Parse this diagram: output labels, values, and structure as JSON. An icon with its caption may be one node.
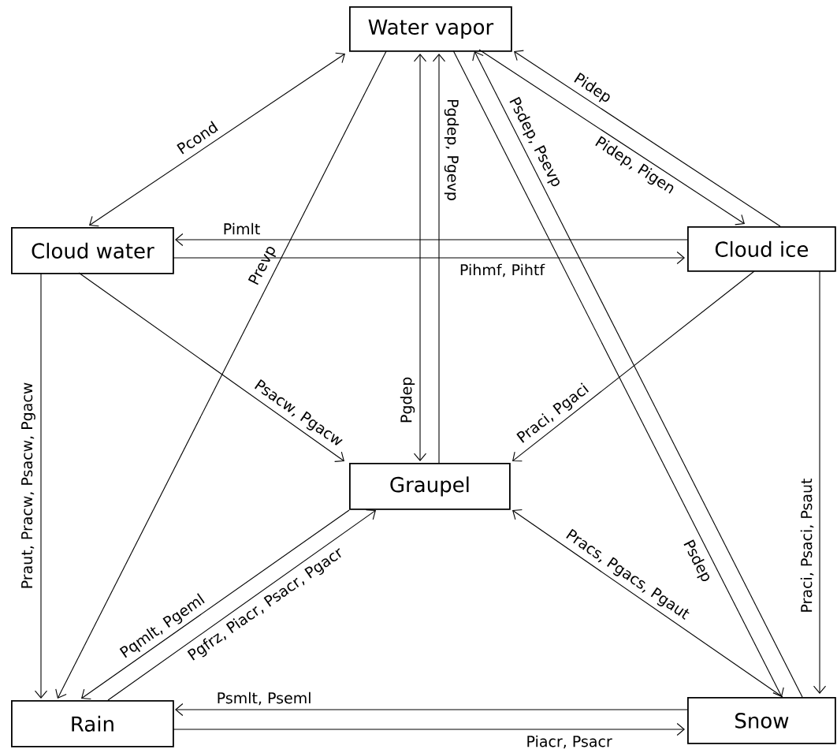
{
  "diagram": {
    "nodes": [
      {
        "text": [
          "Water vapor"
        ]
      },
      {
        "text": [
          "Cloud water"
        ]
      },
      {
        "text": [
          "Cloud ice"
        ]
      },
      {
        "text": [
          "Graupel"
        ]
      },
      {
        "text": [
          "Rain"
        ]
      },
      {
        "text": [
          "Snow"
        ]
      }
    ],
    "edges": [
      {
        "from": 1,
        "to": 0,
        "arrow": "both",
        "label": "Pcond"
      },
      {
        "from": 0,
        "to": 4,
        "arrow": "to",
        "label": "Prevp"
      },
      {
        "from": 0,
        "to": 3,
        "arrow": "both",
        "label": "Pgdep"
      },
      {
        "from": 3,
        "to": 0,
        "arrow": "to",
        "label": "Pgdep, Pgevp"
      },
      {
        "from": 5,
        "to": 0,
        "arrow": "to",
        "label": "Psdep, Psevp"
      },
      {
        "from": 0,
        "to": 5,
        "arrow": "to",
        "label": "Psdep"
      },
      {
        "from": 2,
        "to": 0,
        "arrow": "to",
        "label": "Pidep"
      },
      {
        "from": 0,
        "to": 2,
        "arrow": "to",
        "label": "Pidep, Pigen"
      },
      {
        "from": 2,
        "to": 1,
        "arrow": "to",
        "label": "Pimlt"
      },
      {
        "from": 1,
        "to": 2,
        "arrow": "to",
        "label": "Pihmf, Pihtf"
      },
      {
        "from": 1,
        "to": 3,
        "arrow": "to",
        "label": "Psacw, Pgacw"
      },
      {
        "from": 2,
        "to": 3,
        "arrow": "to",
        "label": "Praci, Pgaci"
      },
      {
        "from": 1,
        "to": 4,
        "arrow": "to",
        "label": "Praut, Pracw, Psacw, Pgacw"
      },
      {
        "from": 2,
        "to": 5,
        "arrow": "to",
        "label": "Praci, Psaci, Psaut"
      },
      {
        "from": 3,
        "to": 4,
        "arrow": "to",
        "label": "Pqmlt, Pgeml"
      },
      {
        "from": 4,
        "to": 3,
        "arrow": "to",
        "label": "Pgfrz, Piacr, Psacr, Pgacr"
      },
      {
        "from": 5,
        "to": 3,
        "arrow": "to",
        "label": "Pracs, Pgacs, Pgaut"
      },
      {
        "from": 5,
        "to": 4,
        "arrow": "to",
        "label": "Psmlt, Pseml"
      },
      {
        "from": 4,
        "to": 5,
        "arrow": "to",
        "label": "Piacr, Psacr"
      }
    ]
  }
}
